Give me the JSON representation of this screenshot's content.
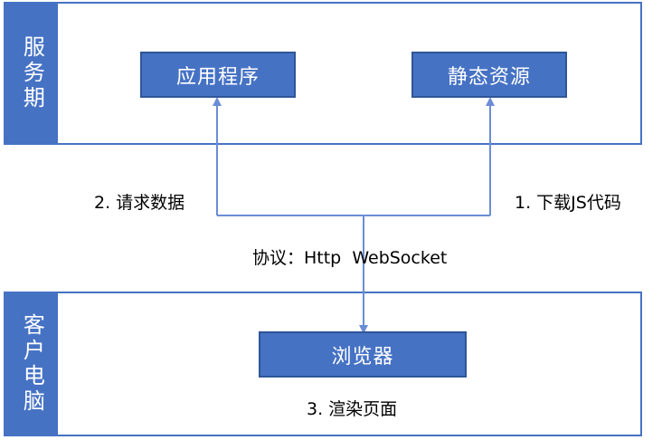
{
  "server": {
    "label": "服务期",
    "app_node": "应用程序",
    "static_node": "静态资源"
  },
  "client": {
    "label": "客户电脑",
    "browser_node": "浏览器",
    "render_note": "3. 渲染页面"
  },
  "edges": {
    "request_data": "2. 请求数据",
    "download_js": "1. 下载JS代码",
    "protocol": "协议：Http  WebSocket"
  },
  "colors": {
    "primary_blue": "#4672c4",
    "node_border": "#2f5597",
    "arrow": "#6b8dd6"
  }
}
